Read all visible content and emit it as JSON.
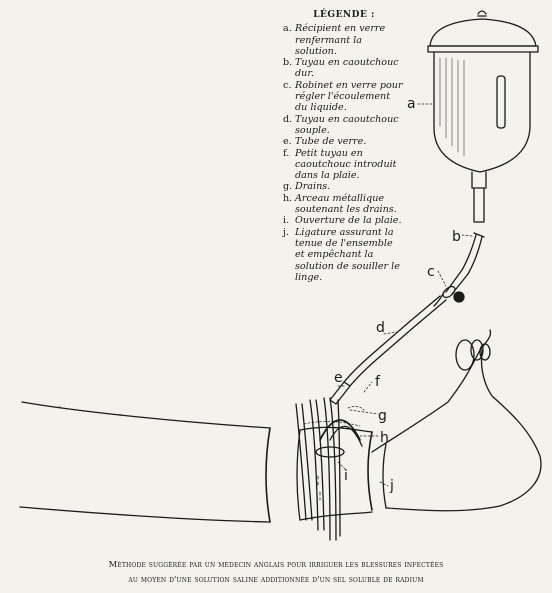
{
  "legend": {
    "title": "LÉGENDE :",
    "items": [
      {
        "key": "a.",
        "text": "Récipient en verre renfermant la solution."
      },
      {
        "key": "b.",
        "text": "Tuyau en caoutchouc dur."
      },
      {
        "key": "c.",
        "text": "Robinet en verre pour régler l'écoulement du liquide."
      },
      {
        "key": "d.",
        "text": "Tuyau en caoutchouc souple."
      },
      {
        "key": "e.",
        "text": "Tube de verre."
      },
      {
        "key": "f.",
        "text": "Petit tuyau en caoutchouc introduit dans la plaie."
      },
      {
        "key": "g.",
        "text": "Drains."
      },
      {
        "key": "h.",
        "text": "Arceau métallique soutenant les drains."
      },
      {
        "key": "i.",
        "text": "Ouverture de la plaie."
      },
      {
        "key": "j.",
        "text": "Ligature assurant la tenue de l'ensemble et empêchant la solution de souiller le linge."
      }
    ]
  },
  "labels": {
    "a": "a",
    "b": "b",
    "c": "c",
    "d": "d",
    "e": "e",
    "f": "f",
    "g": "g",
    "h": "h",
    "i": "i",
    "j": "j"
  },
  "caption": {
    "line1": "Méthode suggérée par un médecin anglais pour irriguer les blessures infectées",
    "line2": "au moyen d'une solution saline additionnée d'un sel soluble de radium"
  }
}
